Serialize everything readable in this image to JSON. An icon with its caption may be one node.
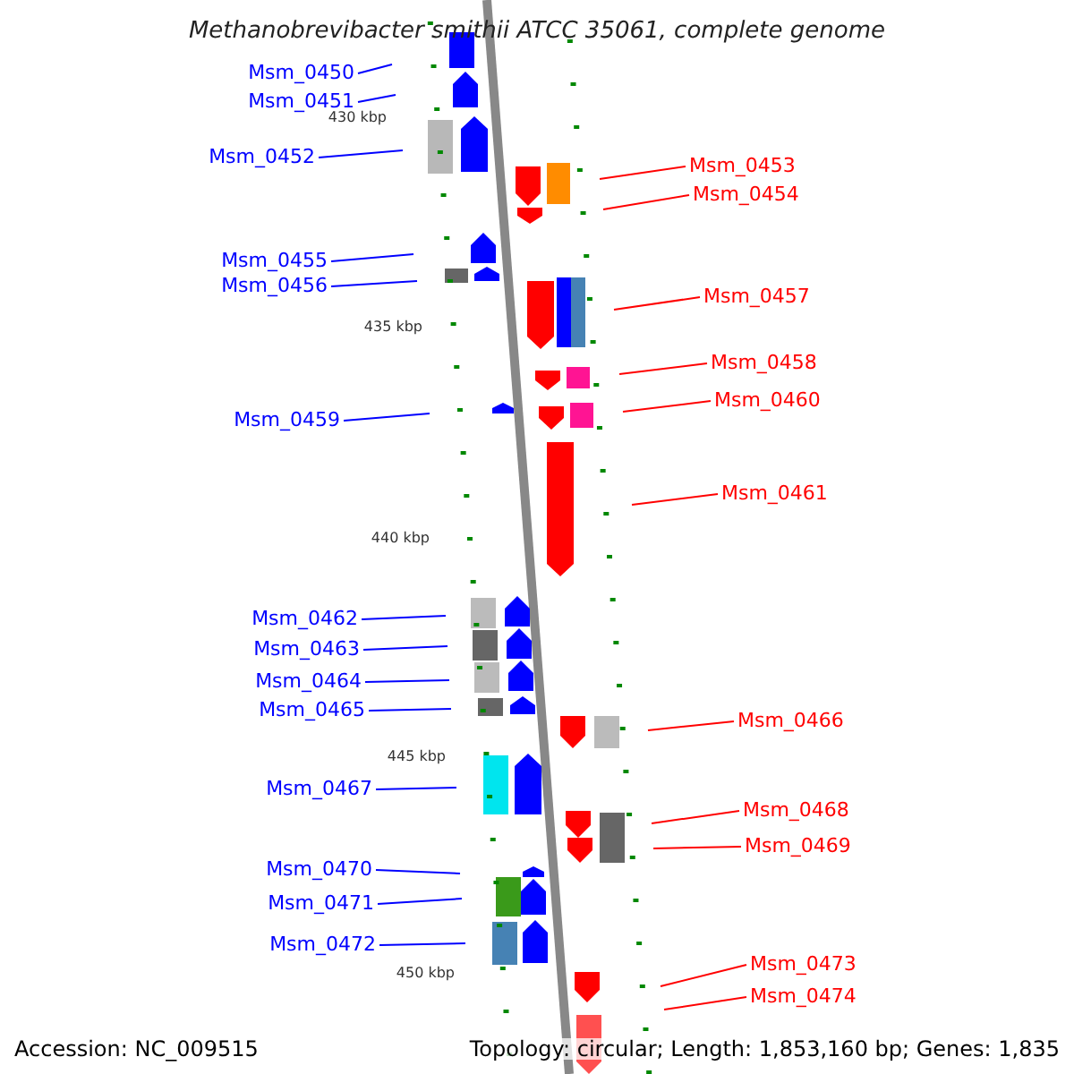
{
  "diagram": {
    "title": "Methanobrevibacter smithii ATCC 35061, complete genome",
    "nodes": [
      {
        "text": [
          "Msm_0450"
        ]
      },
      {
        "text": [
          "Msm_0451"
        ]
      },
      {
        "text": [
          "Msm_0452"
        ]
      },
      {
        "text": [
          "Msm_0453"
        ]
      },
      {
        "text": [
          "Msm_0454"
        ]
      },
      {
        "text": [
          "Msm_0455"
        ]
      },
      {
        "text": [
          "Msm_0456"
        ]
      },
      {
        "text": [
          "Msm_0457"
        ]
      },
      {
        "text": [
          "Msm_0458"
        ]
      },
      {
        "text": [
          "Msm_0459"
        ]
      },
      {
        "text": [
          "Msm_0460"
        ]
      },
      {
        "text": [
          "Msm_0461"
        ]
      },
      {
        "text": [
          "Msm_0462"
        ]
      },
      {
        "text": [
          "Msm_0463"
        ]
      },
      {
        "text": [
          "Msm_0464"
        ]
      },
      {
        "text": [
          "Msm_0465"
        ]
      },
      {
        "text": [
          "Msm_0466"
        ]
      },
      {
        "text": [
          "Msm_0467"
        ]
      },
      {
        "text": [
          "Msm_0468"
        ]
      },
      {
        "text": [
          "Msm_0469"
        ]
      },
      {
        "text": [
          "Msm_0470"
        ]
      },
      {
        "text": [
          "Msm_0471"
        ]
      },
      {
        "text": [
          "Msm_0472"
        ]
      },
      {
        "text": [
          "Msm_0473"
        ]
      },
      {
        "text": [
          "Msm_0474"
        ]
      }
    ],
    "edges": [
      {
        "from": 0,
        "to": null,
        "arrow": "none"
      },
      {
        "from": 1,
        "to": null,
        "arrow": "none"
      },
      {
        "from": 2,
        "to": null,
        "arrow": "none"
      },
      {
        "from": 3,
        "to": null,
        "arrow": "none",
        "color": "#ff0000"
      },
      {
        "from": 4,
        "to": null,
        "arrow": "none",
        "color": "#ff0000"
      },
      {
        "from": 5,
        "to": null,
        "arrow": "none"
      },
      {
        "from": 6,
        "to": null,
        "arrow": "none"
      },
      {
        "from": 7,
        "to": null,
        "arrow": "none",
        "color": "#ff0000"
      },
      {
        "from": 8,
        "to": null,
        "arrow": "none",
        "color": "#ff0000"
      },
      {
        "from": 9,
        "to": null,
        "arrow": "none"
      },
      {
        "from": 10,
        "to": null,
        "arrow": "none",
        "color": "#ff0000"
      },
      {
        "from": 11,
        "to": null,
        "arrow": "none",
        "color": "#ff0000"
      },
      {
        "from": 12,
        "to": null,
        "arrow": "none"
      },
      {
        "from": 13,
        "to": null,
        "arrow": "none"
      },
      {
        "from": 14,
        "to": null,
        "arrow": "none"
      },
      {
        "from": 15,
        "to": null,
        "arrow": "none"
      },
      {
        "from": 16,
        "to": null,
        "arrow": "none",
        "color": "#ff0000"
      },
      {
        "from": 17,
        "to": null,
        "arrow": "none"
      },
      {
        "from": 18,
        "to": null,
        "arrow": "none",
        "color": "#ff0000"
      },
      {
        "from": 19,
        "to": null,
        "arrow": "none",
        "color": "#ff0000"
      },
      {
        "from": 20,
        "to": null,
        "arrow": "none"
      },
      {
        "from": 21,
        "to": null,
        "arrow": "none"
      },
      {
        "from": 22,
        "to": null,
        "arrow": "none"
      },
      {
        "from": 23,
        "to": null,
        "arrow": "none",
        "color": "#ff0000"
      },
      {
        "from": 24,
        "to": null,
        "arrow": "none",
        "color": "#ff0000"
      }
    ],
    "labels": [
      "430 kbp",
      "435 kbp",
      "440 kbp",
      "445 kbp",
      "450 kbp",
      "Accession: NC_009515",
      "Topology: circular; Length: 1,853,160 bp; Genes: 1,835"
    ]
  }
}
